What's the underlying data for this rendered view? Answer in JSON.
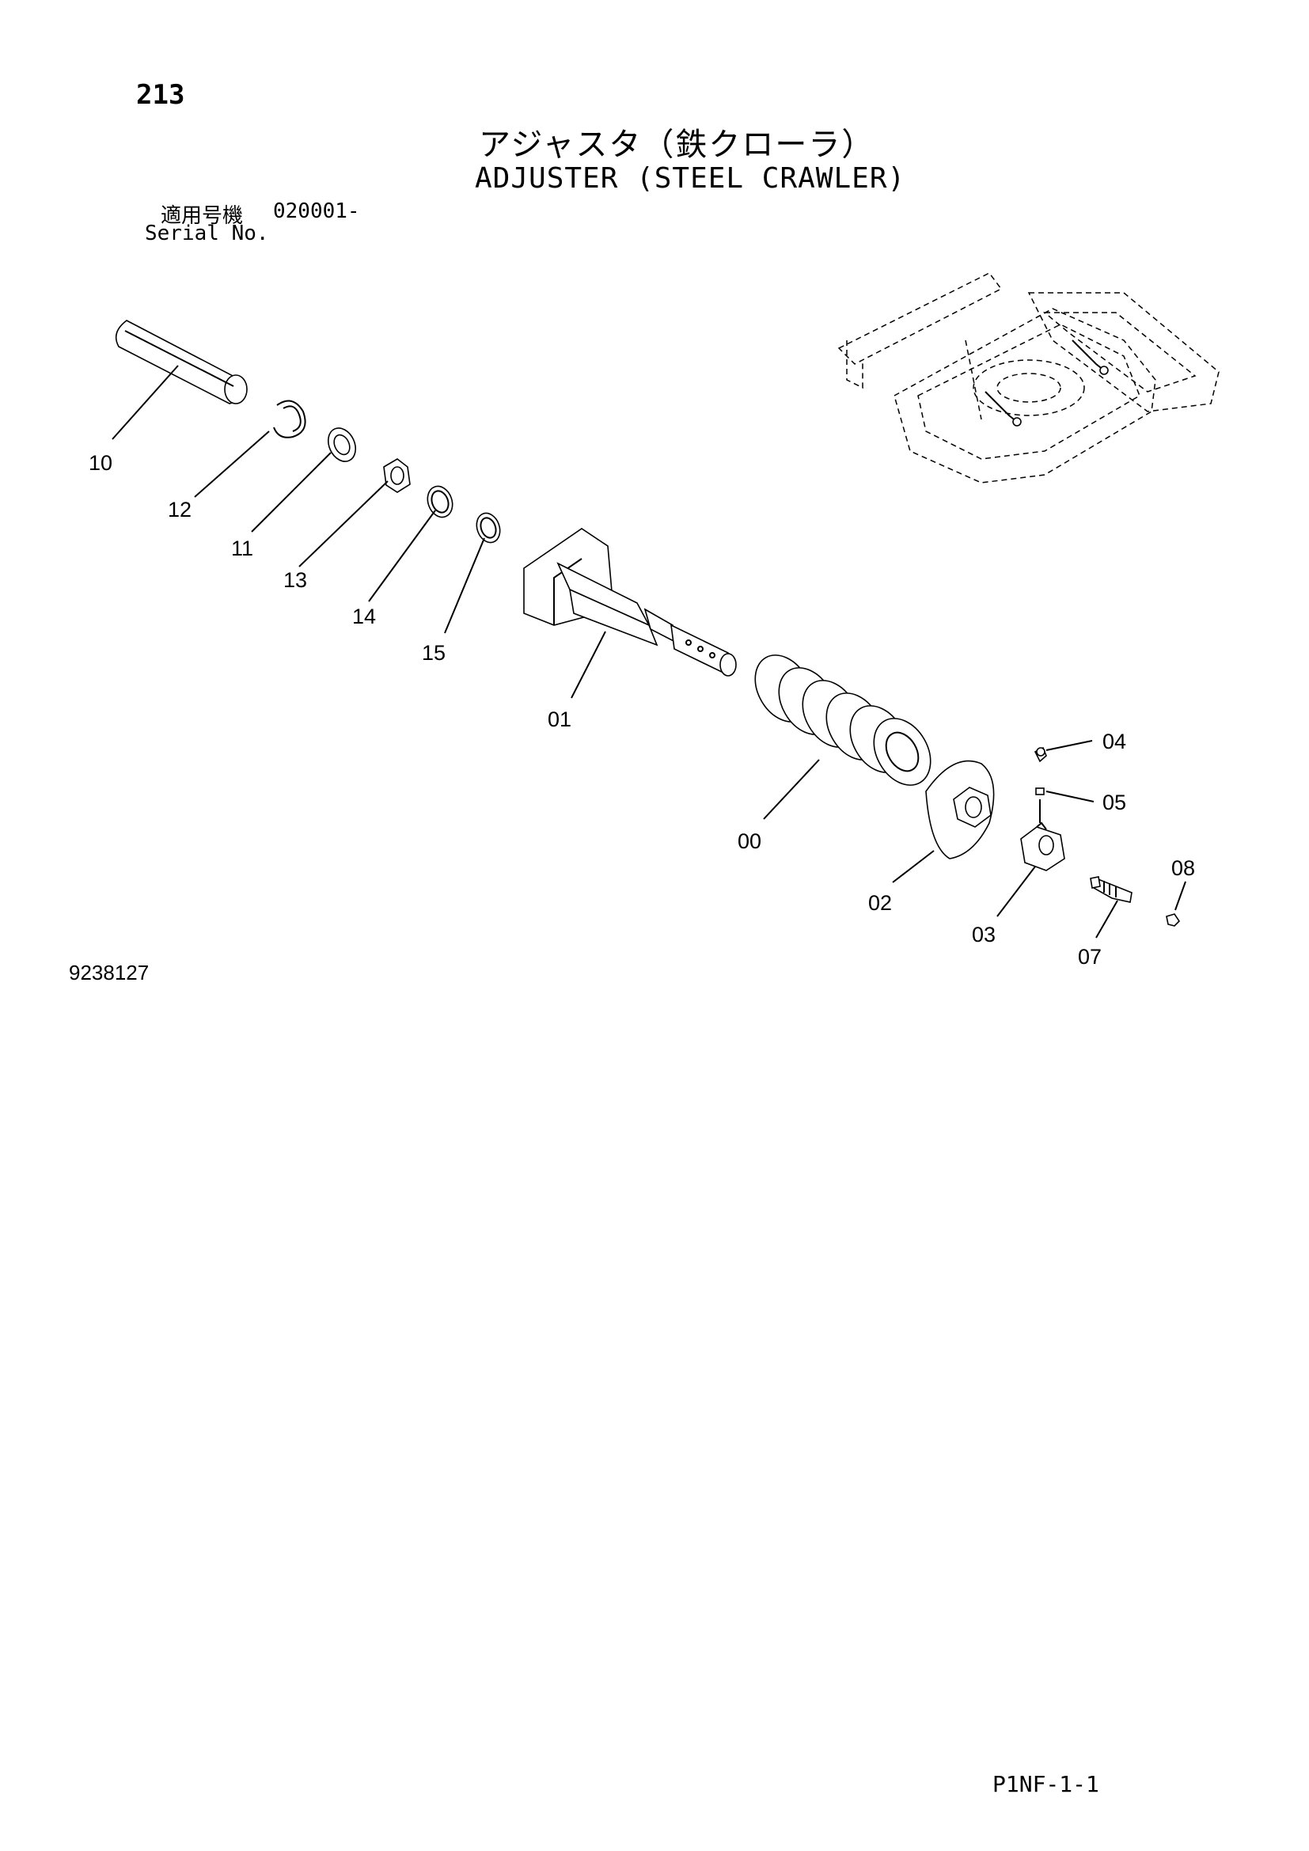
{
  "header": {
    "page_number": "213",
    "title_jp": "アジャスタ（鉄クローラ）",
    "title_en": "ADJUSTER (STEEL CRAWLER)",
    "serial_label_jp": "適用号機",
    "serial_value": "020001-",
    "serial_label_en": "Serial No."
  },
  "callouts": {
    "p10": "10",
    "p12": "12",
    "p11": "11",
    "p13": "13",
    "p14": "14",
    "p15": "15",
    "p01": "01",
    "p00": "00",
    "p02": "02",
    "p04": "04",
    "p05": "05",
    "p03": "03",
    "p07": "07",
    "p08": "08"
  },
  "footer": {
    "drawing_number": "9238127",
    "page_code": "P1NF-1-1"
  }
}
